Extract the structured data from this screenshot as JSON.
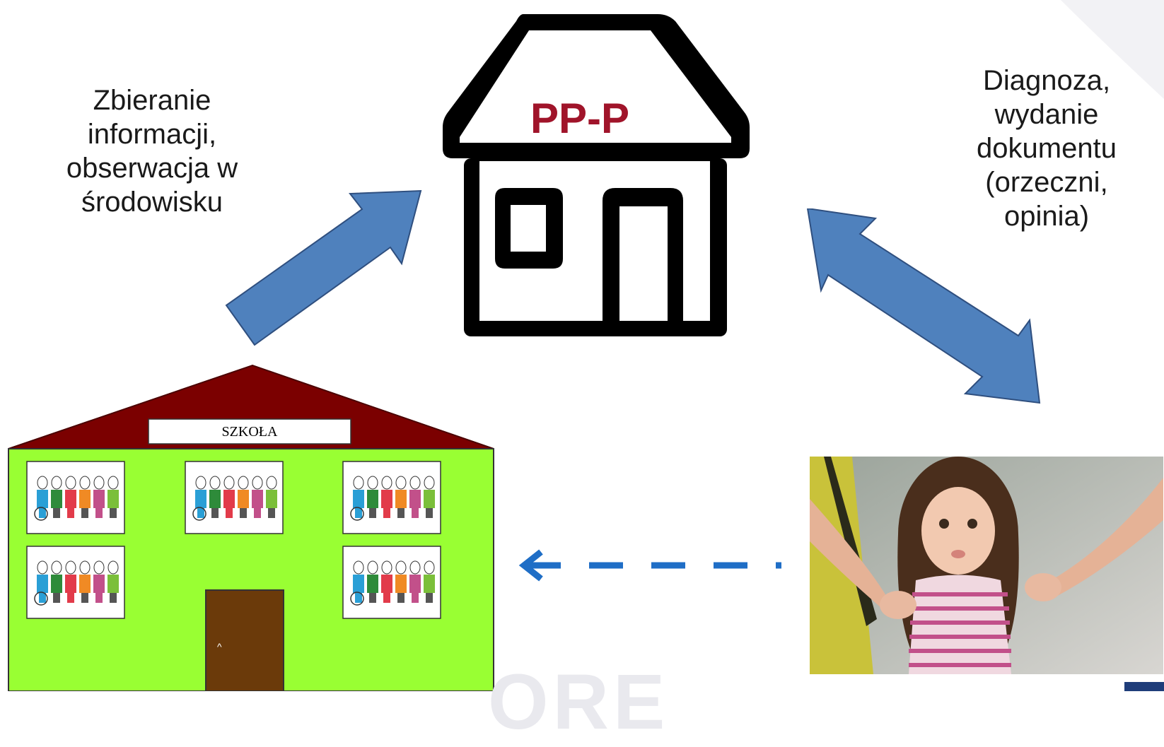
{
  "left_caption": "Zbieranie\ninformacji,\nobserwacja w\nśrodowisku",
  "right_caption": "Diagnoza,\nwydanie\ndokumentu\n(orzeczni,\nopinia)",
  "center_building_label": "PP-P",
  "school_sign": "SZKOŁA",
  "watermark_text": "ORE",
  "colors": {
    "arrow_fill": "#4f81bd",
    "arrow_stroke": "#2f4f7f",
    "dashed_arrow": "#1f6ec6",
    "ppp_text": "#a0142a",
    "school_wall": "#99ff33",
    "school_roof": "#7b0000",
    "school_door": "#6b3a0a"
  },
  "icons": [
    "house-icon",
    "school-building",
    "child-photo",
    "people-illustration"
  ]
}
